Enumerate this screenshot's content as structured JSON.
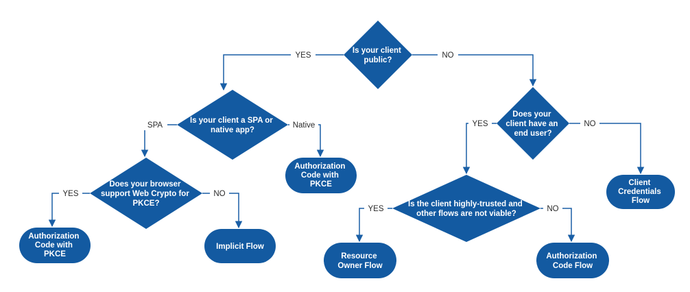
{
  "colors": {
    "node_fill": "#135aa1",
    "edge": "#1a5fa6",
    "background": "#ffffff",
    "edge_label": "#2a2a2a"
  },
  "nodes": {
    "client_public": {
      "shape": "diamond",
      "lines": [
        "Is your client",
        "public?"
      ]
    },
    "spa_or_native": {
      "shape": "diamond",
      "lines": [
        "Is your client a SPA or",
        "native app?"
      ]
    },
    "end_user": {
      "shape": "diamond",
      "lines": [
        "Does your",
        "client have an",
        "end user?"
      ]
    },
    "web_crypto": {
      "shape": "diamond",
      "lines": [
        "Does your browser",
        "support Web Crypto for",
        "PKCE?"
      ]
    },
    "highly_trusted": {
      "shape": "diamond",
      "lines": [
        "Is the client highly-trusted and",
        "other flows are not viable?"
      ]
    },
    "auth_code_pkce_native": {
      "shape": "terminal",
      "lines": [
        "Authorization",
        "Code with",
        "PKCE"
      ]
    },
    "client_credentials": {
      "shape": "terminal",
      "lines": [
        "Client",
        "Credentials",
        "Flow"
      ]
    },
    "auth_code_pkce_spa": {
      "shape": "terminal",
      "lines": [
        "Authorization",
        "Code with",
        "PKCE"
      ]
    },
    "implicit_flow": {
      "shape": "terminal",
      "lines": [
        "Implicit Flow"
      ]
    },
    "resource_owner": {
      "shape": "terminal",
      "lines": [
        "Resource",
        "Owner Flow"
      ]
    },
    "auth_code_flow": {
      "shape": "terminal",
      "lines": [
        "Authorization",
        "Code Flow"
      ]
    }
  },
  "edges": {
    "client_public_yes": "YES",
    "client_public_no": "NO",
    "spa": "SPA",
    "native": "Native",
    "end_user_yes": "YES",
    "end_user_no": "NO",
    "web_crypto_yes": "YES",
    "web_crypto_no": "NO",
    "highly_trusted_yes": "YES",
    "highly_trusted_no": "NO"
  }
}
